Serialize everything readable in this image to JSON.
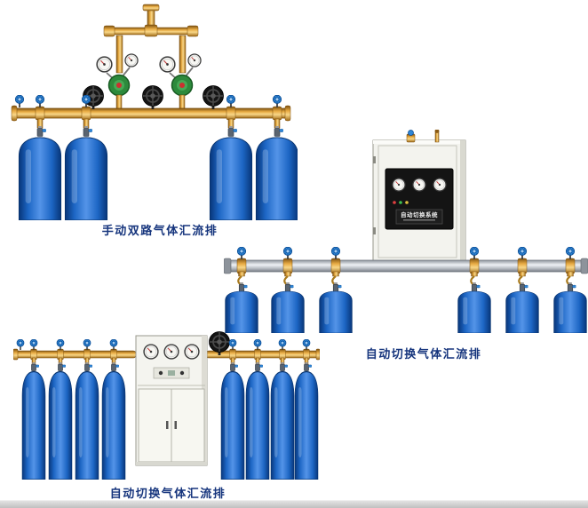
{
  "figures": [
    {
      "caption": "手动双路气体汇流排"
    },
    {
      "caption": "自动切换气体汇流排",
      "cabinet_label": "自动切换系统"
    },
    {
      "caption": "自动切换气体汇流排"
    }
  ],
  "colors": {
    "caption_text": "#16357d",
    "brass_pipe": "#e8ab43",
    "cylinder_blue": "#1d66c4",
    "valve_knob_blue": "#2f86d6",
    "cabinet_body": "#f3f3ee",
    "manifold_silver": "#c6cad1",
    "regulator_green": "#2d8a3c"
  }
}
